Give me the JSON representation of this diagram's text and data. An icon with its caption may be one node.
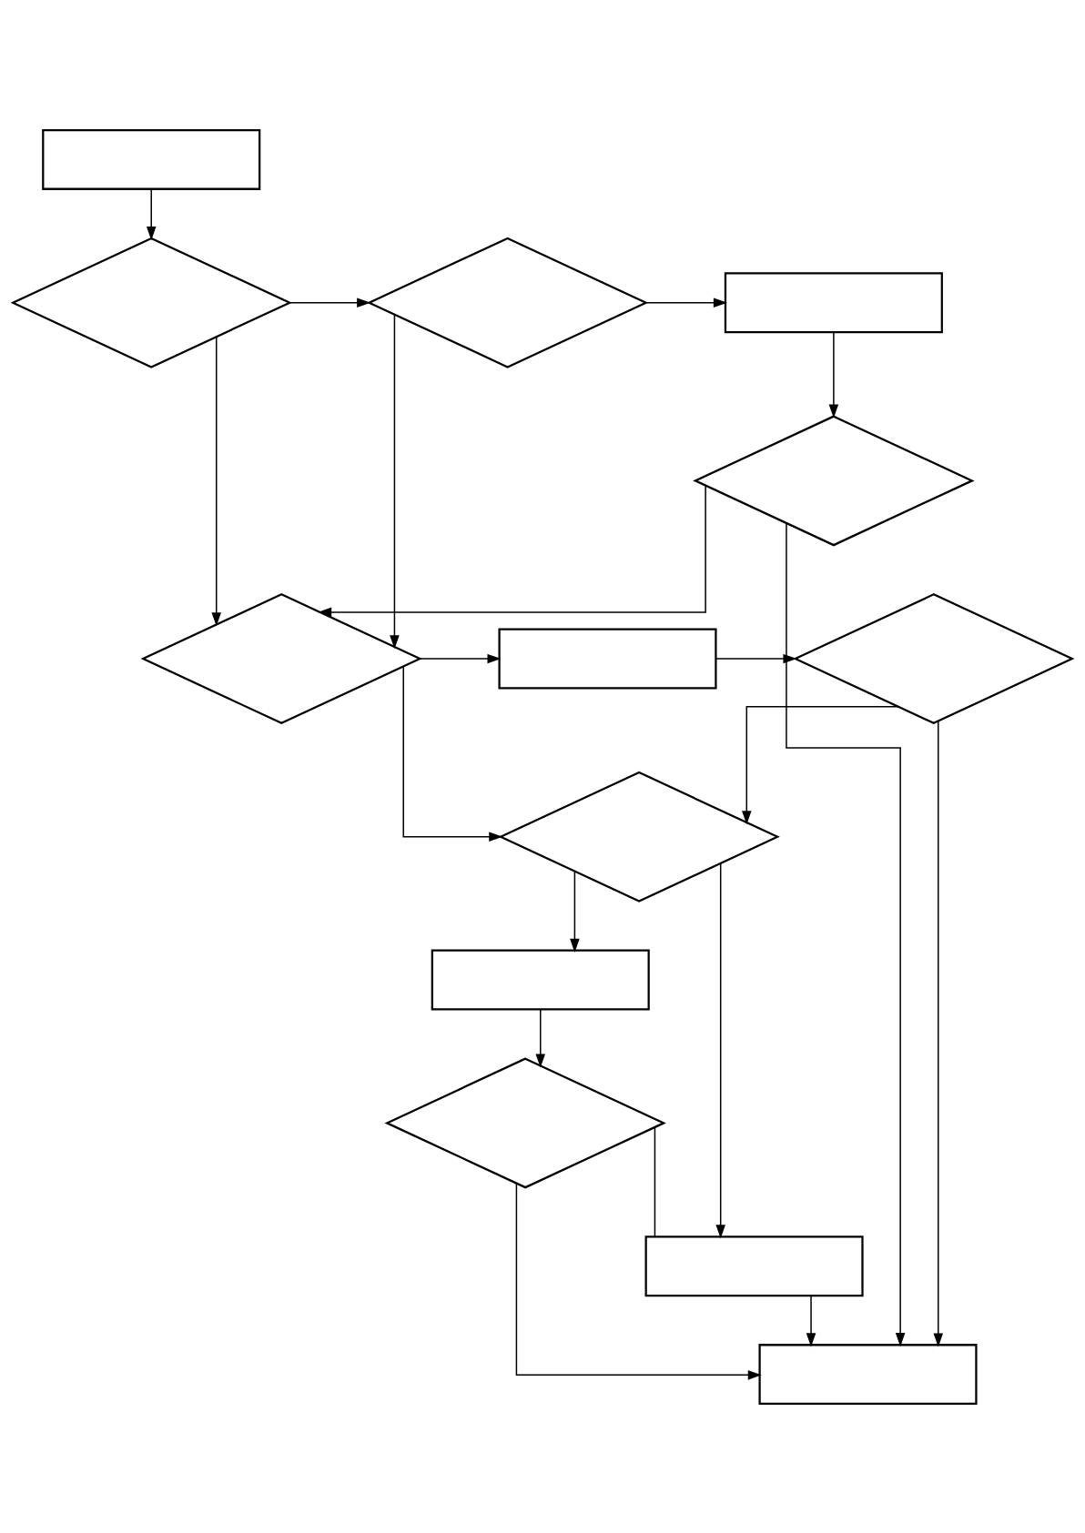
{
  "diagram": {
    "nodes": [
      {
        "text": [],
        "shape": "box"
      },
      {
        "text": [],
        "shape": "diamond"
      },
      {
        "text": [],
        "shape": "diamond"
      },
      {
        "text": [],
        "shape": "box"
      },
      {
        "text": [],
        "shape": "diamond"
      },
      {
        "text": [],
        "shape": "diamond"
      },
      {
        "text": [],
        "shape": "box"
      },
      {
        "text": [],
        "shape": "diamond"
      },
      {
        "text": [],
        "shape": "diamond"
      },
      {
        "text": [],
        "shape": "box"
      },
      {
        "text": [],
        "shape": "diamond"
      },
      {
        "text": [],
        "shape": "box"
      },
      {
        "text": [],
        "shape": "box"
      }
    ],
    "edges": [
      {
        "from": 0,
        "to": 1,
        "arrow": "to"
      },
      {
        "from": 1,
        "to": 2,
        "arrow": "to"
      },
      {
        "from": 2,
        "to": 3,
        "arrow": "to"
      },
      {
        "from": 3,
        "to": 4,
        "arrow": "to"
      },
      {
        "from": 1,
        "to": 5,
        "arrow": "to"
      },
      {
        "from": 2,
        "to": 5,
        "arrow": "to"
      },
      {
        "from": 4,
        "to": 5,
        "arrow": "to"
      },
      {
        "from": 4,
        "to": 12,
        "arrow": "to"
      },
      {
        "from": 5,
        "to": 6,
        "arrow": "to"
      },
      {
        "from": 6,
        "to": 7,
        "arrow": "to"
      },
      {
        "from": 7,
        "to": 12,
        "arrow": "to"
      },
      {
        "from": 5,
        "to": 8,
        "arrow": "to"
      },
      {
        "from": 7,
        "to": 8,
        "arrow": "to"
      },
      {
        "from": 8,
        "to": 9,
        "arrow": "to"
      },
      {
        "from": 8,
        "to": 11,
        "arrow": "to"
      },
      {
        "from": 9,
        "to": 10,
        "arrow": "to"
      },
      {
        "from": 10,
        "to": 11,
        "arrow": "none"
      },
      {
        "from": 10,
        "to": 12,
        "arrow": "to"
      },
      {
        "from": 11,
        "to": 12,
        "arrow": "to"
      }
    ]
  }
}
